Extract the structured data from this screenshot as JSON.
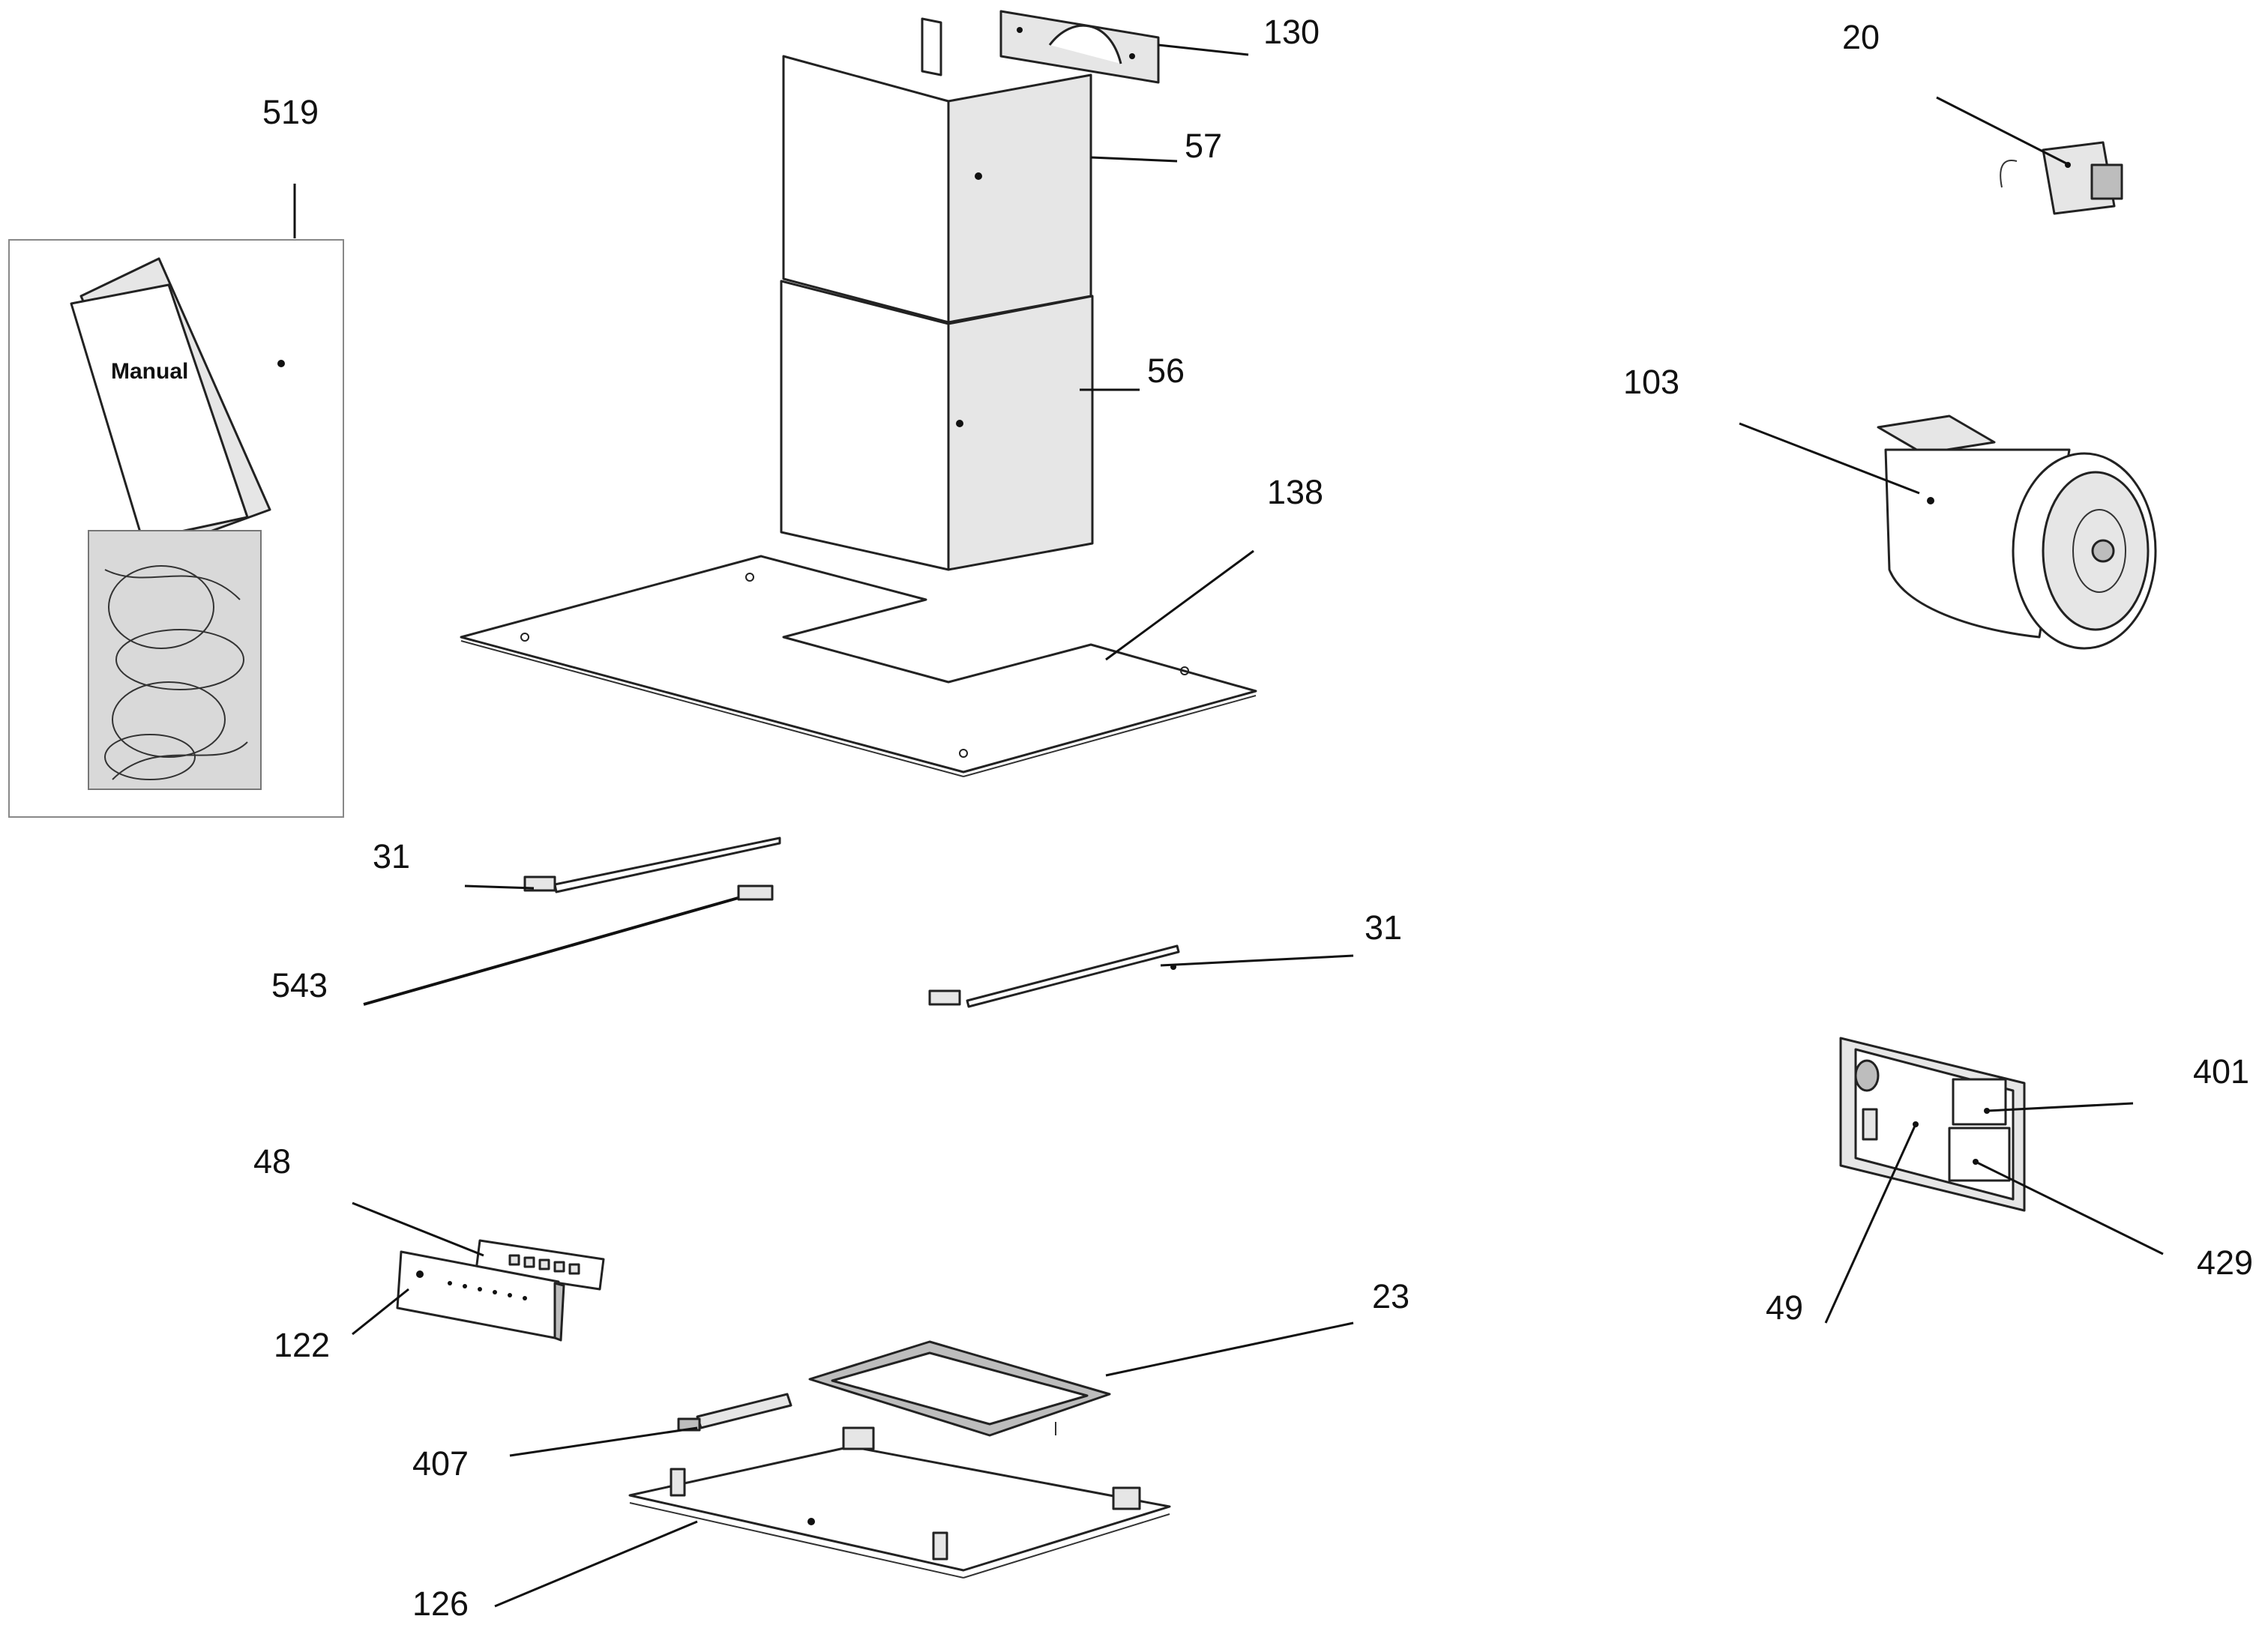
{
  "labels": {
    "p519": "519",
    "p130": "130",
    "p57": "57",
    "p56": "56",
    "p138": "138",
    "p20": "20",
    "p103": "103",
    "p31_left": "31",
    "p31_right": "31",
    "p543": "543",
    "p401": "401",
    "p429": "429",
    "p49": "49",
    "p48": "48",
    "p122": "122",
    "p23": "23",
    "p407": "407",
    "p126": "126"
  },
  "manual_cover_text": "Manual",
  "colors": {
    "line": "#111111",
    "part_fill": "#ffffff",
    "shade": "#e6e6e6",
    "dark_shade": "#bdbdbd"
  }
}
